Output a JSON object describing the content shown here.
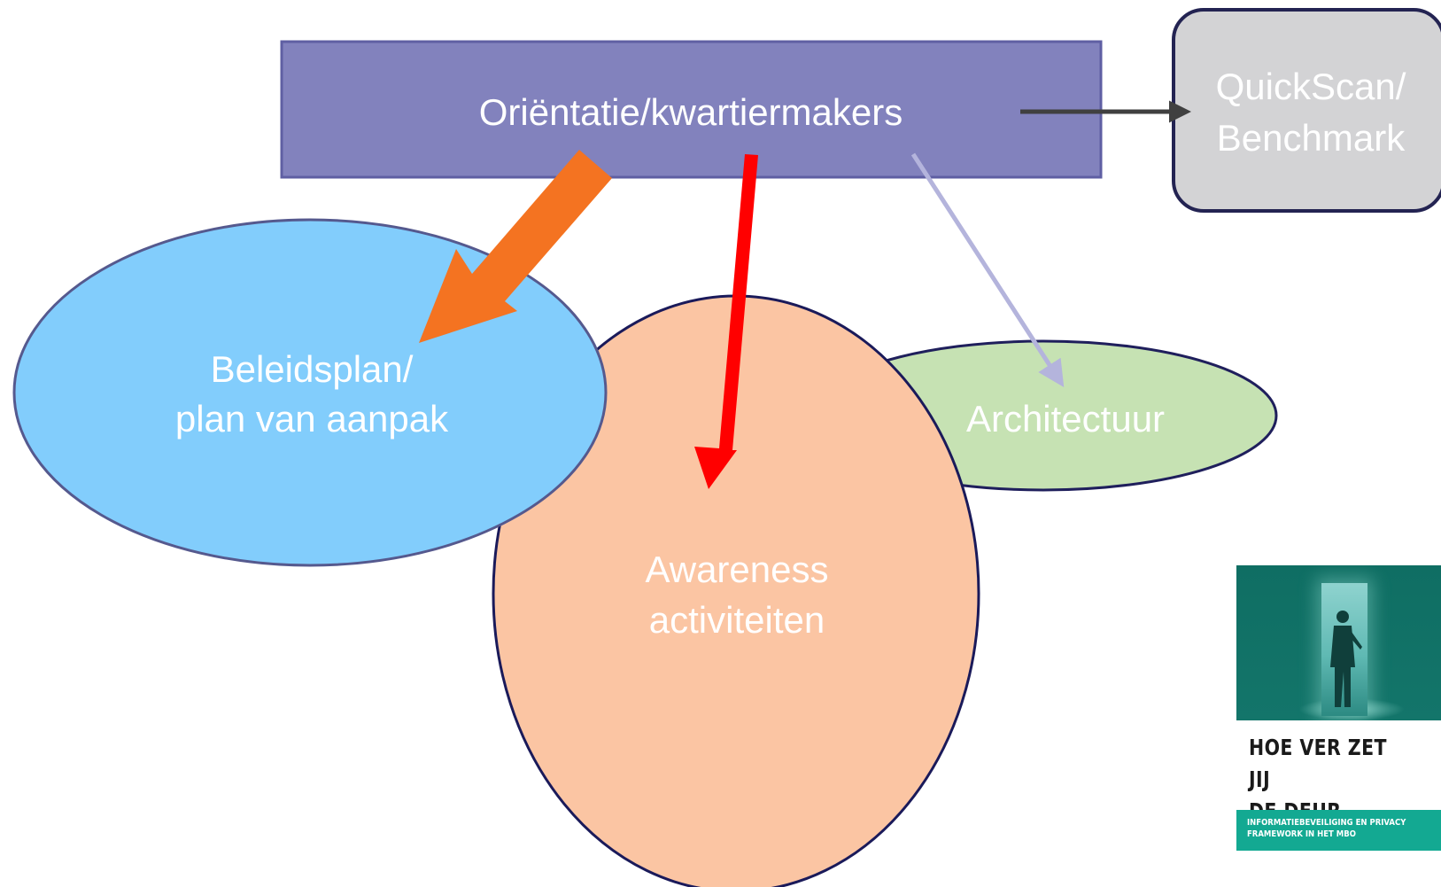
{
  "diagram": {
    "nodes": {
      "orientatie": {
        "label": "Oriëntatie/kwartiermakers",
        "fill": "#8282bd",
        "stroke": "#5f5fa3",
        "text_color": "#ffffff"
      },
      "quickscan": {
        "line1": "QuickScan/",
        "line2": "Benchmark",
        "fill": "#d3d3d5",
        "stroke": "#232352",
        "text_color": "#ffffff"
      },
      "beleidsplan": {
        "line1": "Beleidsplan/",
        "line2": "plan van aanpak",
        "fill": "#82cdfc",
        "stroke": "#55598e",
        "text_color": "#ffffff"
      },
      "awareness": {
        "line1": "Awareness",
        "line2": "activiteiten",
        "fill": "#fbc5a3",
        "stroke": "#1a1a5a",
        "text_color": "#ffffff"
      },
      "architectuur": {
        "label": "Architectuur",
        "fill": "#c6e2b3",
        "stroke": "#1f1f5c",
        "text_color": "#ffffff"
      }
    },
    "edges": [
      {
        "from": "orientatie",
        "to": "quickscan",
        "color": "#404040"
      },
      {
        "from": "orientatie",
        "to": "beleidsplan",
        "color": "#f47321"
      },
      {
        "from": "orientatie",
        "to": "awareness",
        "color": "#ff0000"
      },
      {
        "from": "orientatie",
        "to": "architectuur",
        "color": "#b4b4dc"
      }
    ]
  },
  "book": {
    "title": "HOE VER ZET JIJ\nDE DEUR OPEN?",
    "subtitle": "INFORMATIEBEVEILIGING EN PRIVACY\nFRAMEWORK IN HET MBO",
    "colors": {
      "cover": "#13756a",
      "band": "#13a992"
    }
  }
}
